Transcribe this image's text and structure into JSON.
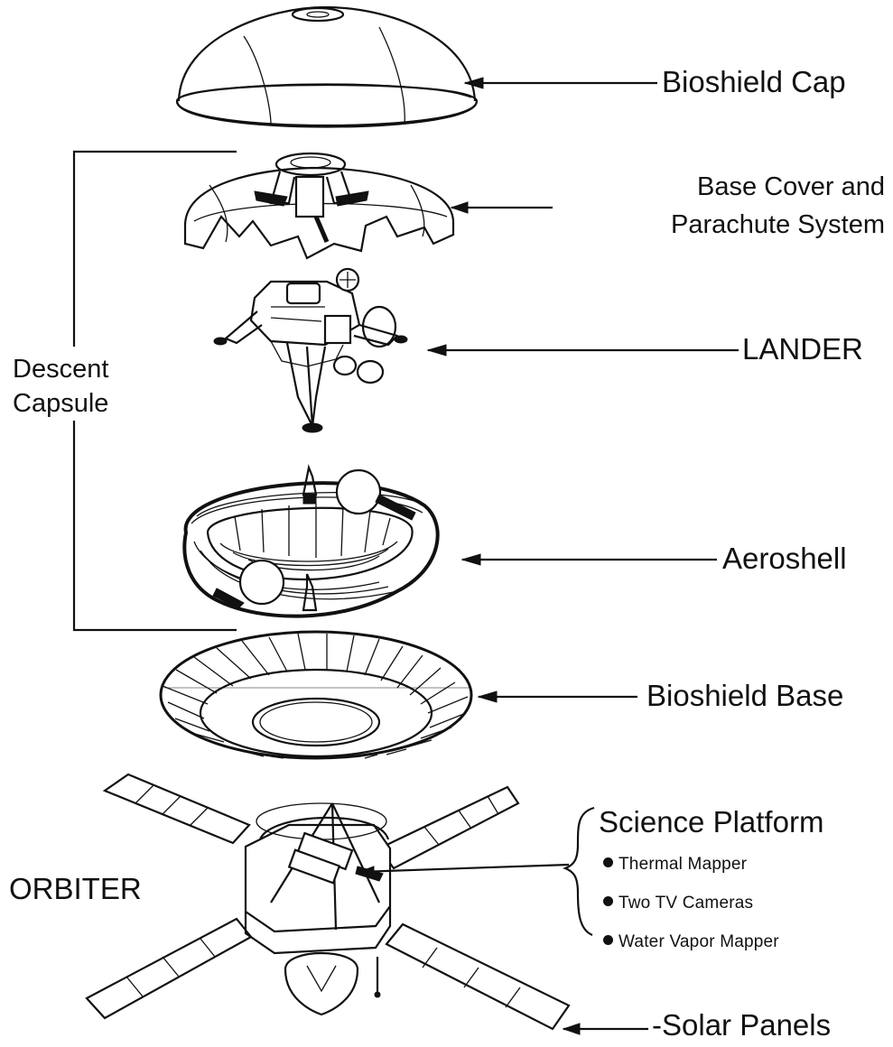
{
  "labels": {
    "bioshield_cap": "Bioshield Cap",
    "base_cover_line1": "Base Cover and",
    "base_cover_line2": "Parachute System",
    "lander": "LANDER",
    "descent_capsule_line1": "Descent",
    "descent_capsule_line2": "Capsule",
    "aeroshell": "Aeroshell",
    "bioshield_base": "Bioshield Base",
    "orbiter": "ORBITER",
    "science_platform": "Science Platform",
    "science_items": [
      "Thermal Mapper",
      "Two TV Cameras",
      "Water Vapor Mapper"
    ],
    "solar_panels": "Solar Panels"
  },
  "colors": {
    "ink": "#111111",
    "paper": "#ffffff"
  }
}
